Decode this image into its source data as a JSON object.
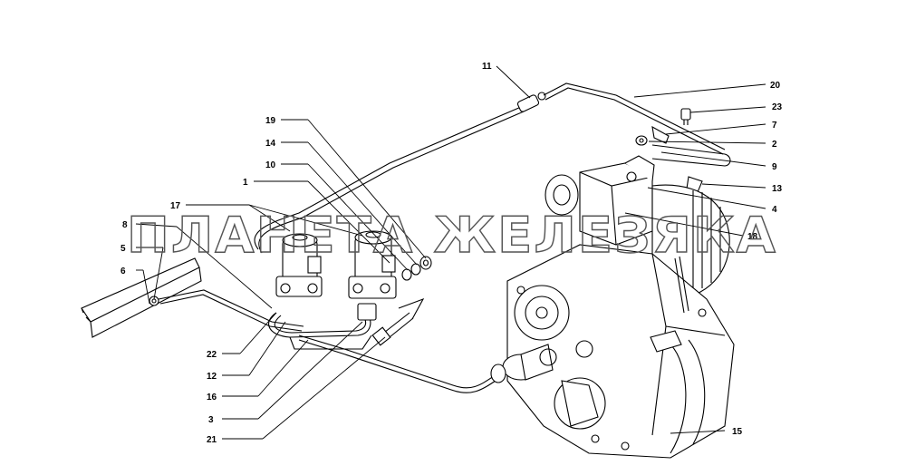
{
  "watermark": "ПЛАНЕТА ЖЕЛЕЗЯКА",
  "callouts": [
    {
      "id": "c11",
      "text": "11"
    },
    {
      "id": "c20",
      "text": "20"
    },
    {
      "id": "c23",
      "text": "23"
    },
    {
      "id": "c7",
      "text": "7"
    },
    {
      "id": "c2",
      "text": "2"
    },
    {
      "id": "c9",
      "text": "9"
    },
    {
      "id": "c13",
      "text": "13"
    },
    {
      "id": "c4",
      "text": "4"
    },
    {
      "id": "c18",
      "text": "18"
    },
    {
      "id": "c19",
      "text": "19"
    },
    {
      "id": "c14",
      "text": "14"
    },
    {
      "id": "c10",
      "text": "10"
    },
    {
      "id": "c1",
      "text": "1"
    },
    {
      "id": "c17",
      "text": "17"
    },
    {
      "id": "c8",
      "text": "8"
    },
    {
      "id": "c5",
      "text": "5"
    },
    {
      "id": "c6",
      "text": "6"
    },
    {
      "id": "c22",
      "text": "22"
    },
    {
      "id": "c12",
      "text": "12"
    },
    {
      "id": "c16",
      "text": "16"
    },
    {
      "id": "c3",
      "text": "3"
    },
    {
      "id": "c21",
      "text": "21"
    },
    {
      "id": "c15",
      "text": "15"
    }
  ]
}
